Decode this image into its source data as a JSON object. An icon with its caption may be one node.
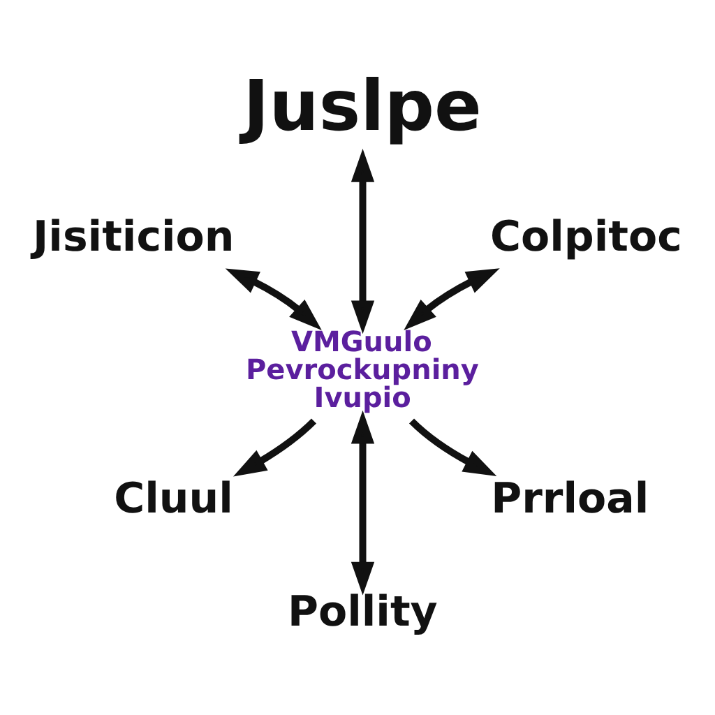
{
  "diagram": {
    "nodes": [
      {
        "text": [
          "Juslpe"
        ]
      },
      {
        "text": [
          "Jisiticion"
        ]
      },
      {
        "text": [
          "Colpitoc"
        ]
      },
      {
        "text": [
          "VMGuulo Pevrockupniny Ivupio"
        ]
      },
      {
        "text": [
          "Cluul"
        ]
      },
      {
        "text": [
          "Prrloal"
        ]
      },
      {
        "text": [
          "Pollity"
        ]
      }
    ],
    "edges": [
      {
        "from": 1,
        "to": 3,
        "arrow": "both"
      },
      {
        "from": 0,
        "to": 3,
        "arrow": "both"
      },
      {
        "from": 2,
        "to": 3,
        "arrow": "both"
      },
      {
        "from": 3,
        "to": 4,
        "arrow": "to"
      },
      {
        "from": 3,
        "to": 6,
        "arrow": "both"
      },
      {
        "from": 3,
        "to": 5,
        "arrow": "to"
      }
    ]
  }
}
